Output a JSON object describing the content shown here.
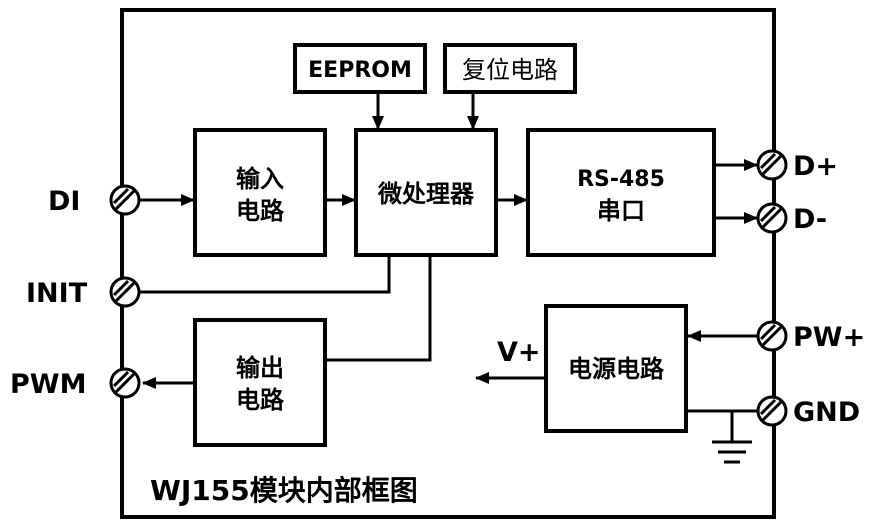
{
  "title": "WJ155模块内部框图",
  "blocks": {
    "eeprom": "EEPROM",
    "reset": "复位电路",
    "input_line1": "输入",
    "input_line2": "电路",
    "mcu": "微处理器",
    "rs485_line1": "RS-485",
    "rs485_line2": "串口",
    "output_line1": "输出",
    "output_line2": "电路",
    "power": "电源电路"
  },
  "terminals": {
    "di": "DI",
    "init": "INIT",
    "pwm": "PWM",
    "d_plus": "D+",
    "d_minus": "D-",
    "pw_plus": "PW+",
    "gnd": "GND"
  },
  "signals": {
    "v_plus": "V+"
  }
}
